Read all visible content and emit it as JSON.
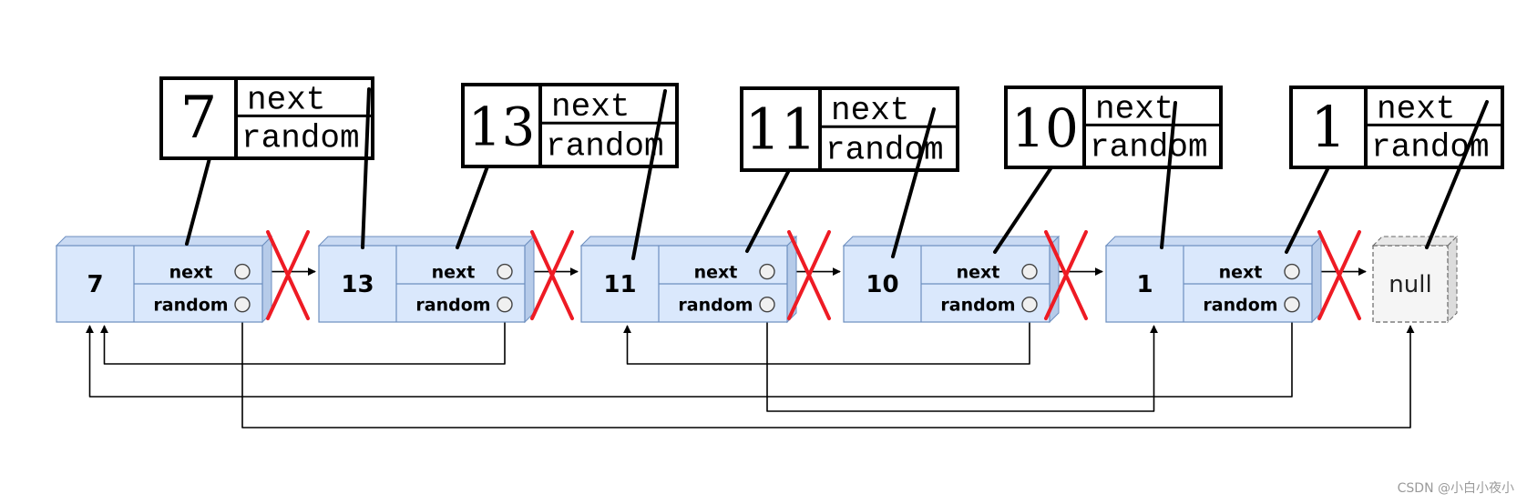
{
  "diagram": {
    "nodes": [
      {
        "id": "n7",
        "val": "7"
      },
      {
        "id": "n13",
        "val": "13"
      },
      {
        "id": "n11",
        "val": "11"
      },
      {
        "id": "n10",
        "val": "10"
      },
      {
        "id": "n1",
        "val": "1"
      }
    ],
    "null_label": "null",
    "next_label": "next",
    "random_label": "random",
    "random_targets": [
      "null",
      "n7",
      "n1",
      "n11",
      "n7"
    ],
    "colors": {
      "node_fill": "#dae8fc",
      "node_top": "#c9daf3",
      "node_side": "#b6cbe9",
      "node_stroke": "#6c8ebf",
      "null_fill": "#f5f5f5",
      "null_stroke": "#666666",
      "cross": "#ee1b24",
      "ink": "#000000"
    }
  },
  "watermark": "CSDN @小白小夜小"
}
